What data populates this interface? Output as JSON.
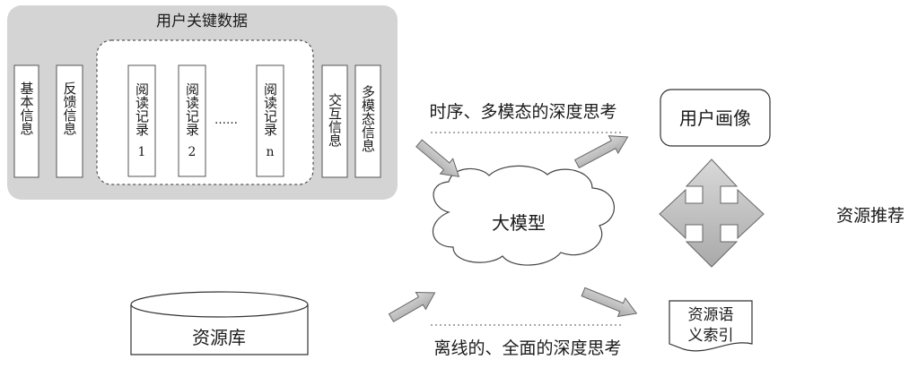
{
  "user_key_data": {
    "title": "用户关键数据",
    "basic_info": "基本信息",
    "feedback_info": "反馈信息",
    "reading_records": [
      {
        "label": "阅读记录",
        "index": "1"
      },
      {
        "label": "阅读记录",
        "index": "2"
      },
      {
        "label": "阅读记录",
        "index": "n"
      }
    ],
    "ellipsis": "……",
    "interaction_info": "交互信息",
    "multimodal_info": "多模态信息"
  },
  "resource_library": "资源库",
  "large_model": "大模型",
  "user_profile": "用户画像",
  "resource_semantic_index": [
    "资源语",
    "义索引"
  ],
  "resource_recommendation": "资源推荐",
  "top_thinking": "时序、多模态的深度思考",
  "bottom_thinking": "离线的、全面的深度思考"
}
